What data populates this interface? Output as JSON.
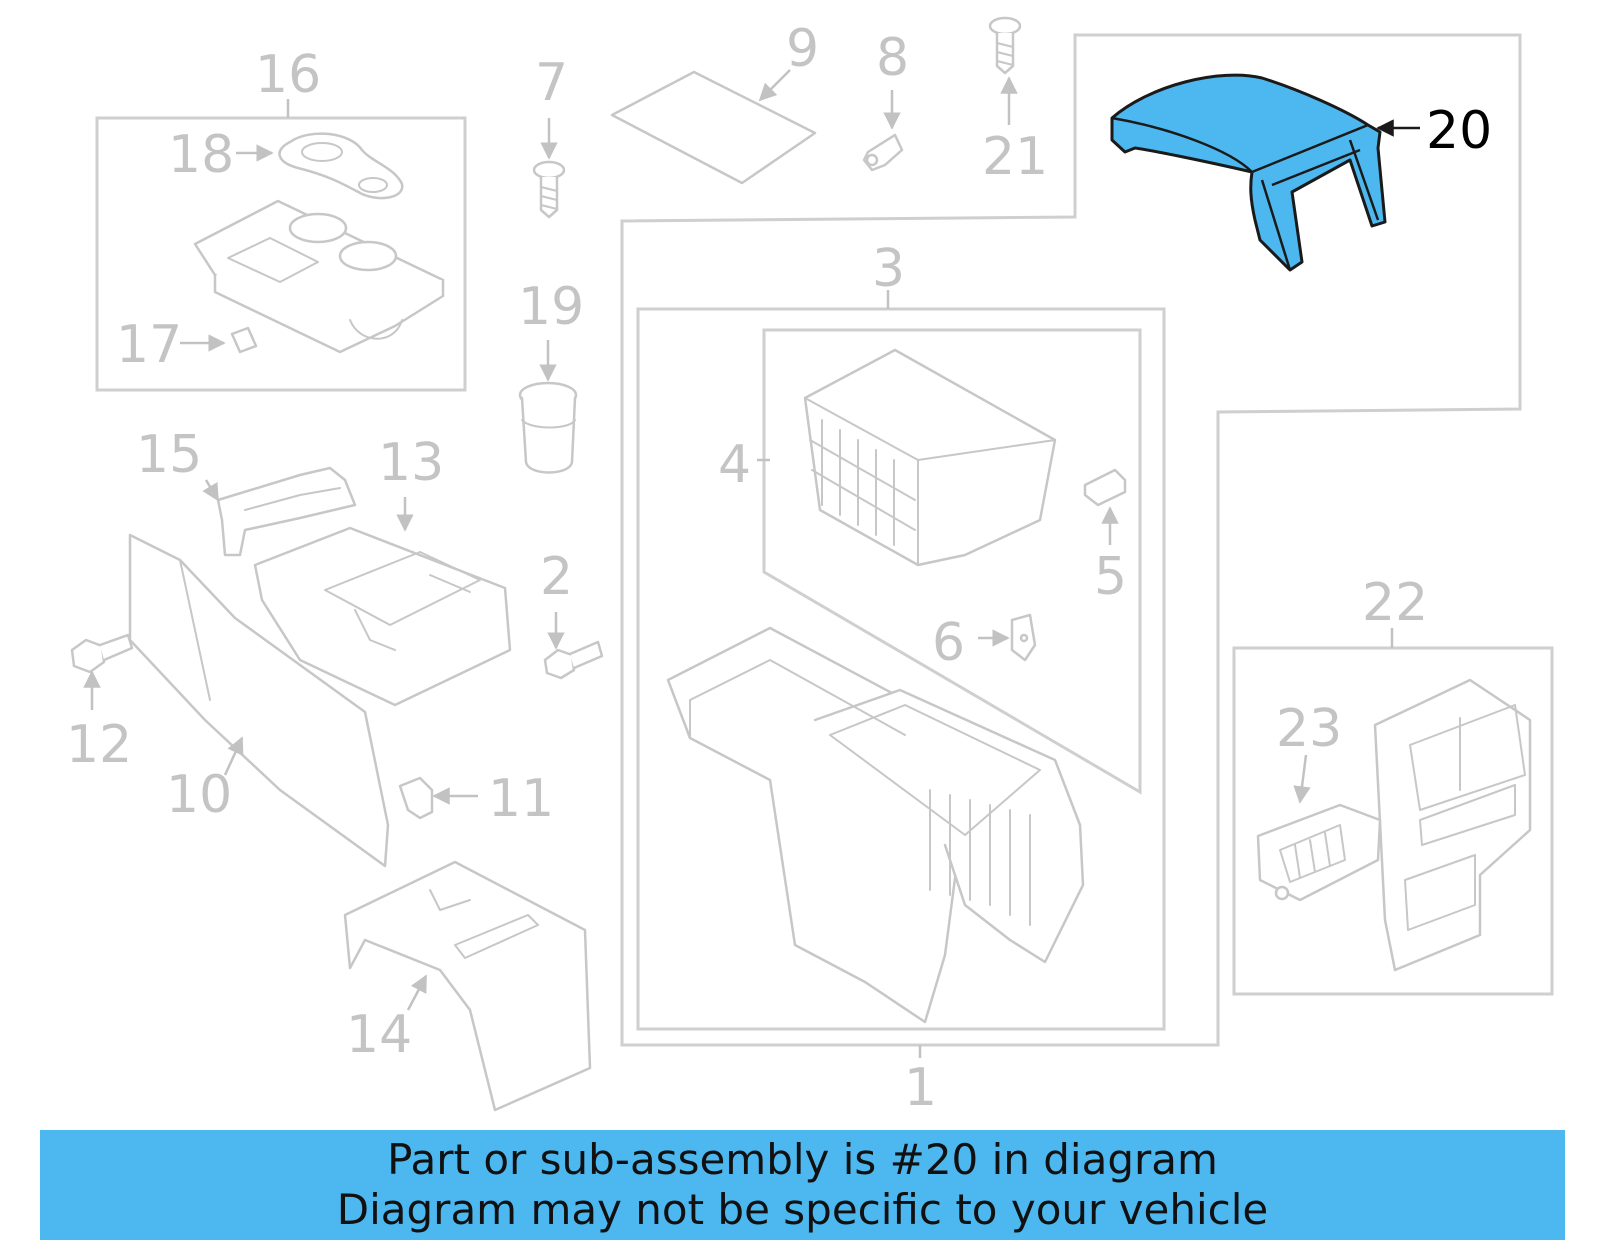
{
  "highlight": {
    "part_number": "20",
    "color": "#4db8f0"
  },
  "callouts": {
    "c1": "1",
    "c2": "2",
    "c3": "3",
    "c4": "4",
    "c5": "5",
    "c6": "6",
    "c7": "7",
    "c8": "8",
    "c9": "9",
    "c10": "10",
    "c11": "11",
    "c12": "12",
    "c13": "13",
    "c14": "14",
    "c15": "15",
    "c16": "16",
    "c17": "17",
    "c18": "18",
    "c19": "19",
    "c20": "20",
    "c21": "21",
    "c22": "22",
    "c23": "23"
  },
  "banner": {
    "line1": "Part or sub-assembly is #20 in diagram",
    "line2": "Diagram may not be specific to your vehicle"
  }
}
